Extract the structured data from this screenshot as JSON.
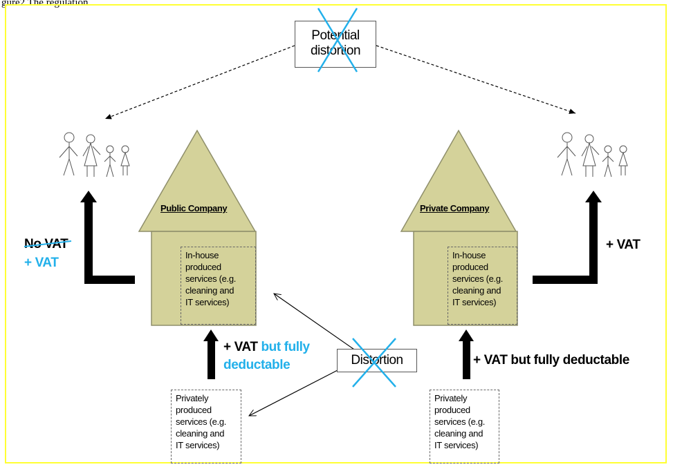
{
  "top_caption": "gure2 The regulation",
  "colors": {
    "house_fill": "#d4d29a",
    "accent_blue": "#22b0ea",
    "frame": "#ffff33"
  },
  "potential": {
    "line1": "Potential",
    "line2": "distortion",
    "crossed": true
  },
  "distortion": {
    "label": "Distortion",
    "crossed": true
  },
  "public_company": {
    "title": "Public Company",
    "inhouse": [
      "In-house",
      "produced",
      "services (e.g.",
      "cleaning and",
      "IT services)"
    ],
    "vat_old": "No VAT",
    "vat_new": "+ VAT",
    "input_vat_prefix": "+ VAT",
    "input_vat_suffix": " but fully",
    "input_vat_line2": "deductable",
    "supplier": [
      "Privately",
      "produced",
      "services (e.g.",
      "cleaning and",
      "IT services)"
    ]
  },
  "private_company": {
    "title": "Private Company",
    "inhouse": [
      "In-house",
      "produced",
      "services (e.g.",
      "cleaning and",
      "IT services)"
    ],
    "vat": "+ VAT",
    "input_vat": "+ VAT but fully deductable",
    "supplier": [
      "Privately",
      "produced",
      "services (e.g.",
      "cleaning and",
      "IT services)"
    ]
  }
}
